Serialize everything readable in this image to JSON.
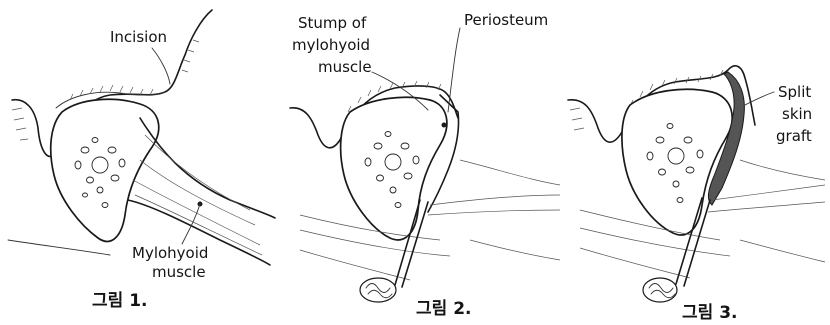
{
  "figures": [
    {
      "caption": "그림 1.",
      "labels": {
        "incision": "Incision",
        "muscle_line1": "Mylohyoid",
        "muscle_line2": "muscle"
      }
    },
    {
      "caption": "그림 2.",
      "labels": {
        "stump_line1": "Stump of",
        "stump_line2": "mylohyoid",
        "stump_line3": "muscle",
        "periosteum": "Periosteum"
      }
    },
    {
      "caption": "그림 3.",
      "labels": {
        "graft_line1": "Split",
        "graft_line2": "skin",
        "graft_line3": "graft"
      }
    }
  ]
}
